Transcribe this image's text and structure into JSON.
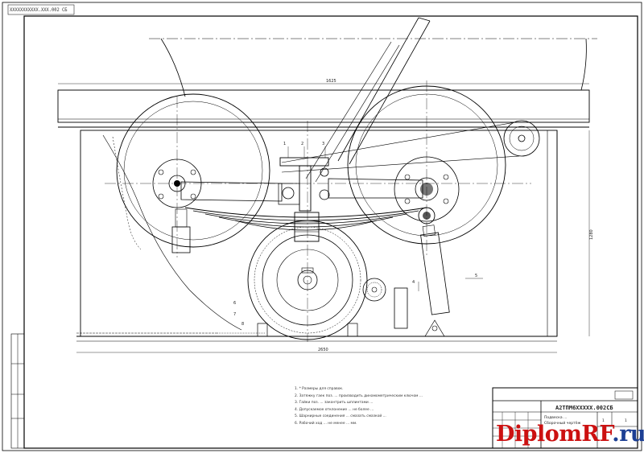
{
  "sheet": {
    "stamp": "ХХХХХХХХХХХ.ХХХ.002 СБ",
    "designation": "А2ТПМ6ХХХХХ.002СБ",
    "frame_color": "#000000"
  },
  "dimensions": {
    "top_length": "1625",
    "bottom_length": "2650",
    "right_height": "1280",
    "label_1": "1",
    "label_2": "2",
    "label_3": "3",
    "label_4": "4",
    "label_5": "5",
    "label_6": "6",
    "label_7": "7",
    "label_8": "8"
  },
  "notes": [
    "1. * Размеры для справок.",
    "2. Затяжку гаек поз. ... производить динамометрическим ключом ...",
    "3. Гайки поз. ... законтрить шплинтами ...",
    "4. Допускаемое отклонение ... не более ...",
    "5. Шарнирные соединения ... смазать смазкой ...",
    "6. Рабочий ход ... не менее ... мм."
  ],
  "title_block": {
    "line1": "Подвеска ...",
    "line2": "Сборочный чертёж",
    "sheet_num": "1",
    "sheets": "1"
  },
  "watermark": {
    "part1": "Diplom",
    "part2": "RF",
    "part3": ".ru"
  }
}
